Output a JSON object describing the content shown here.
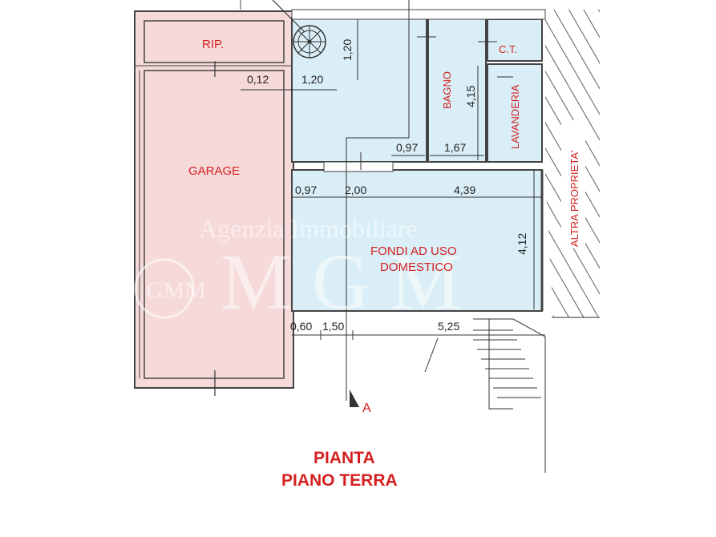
{
  "rooms": {
    "rip": "RIP.",
    "garage": "GARAGE",
    "bagno": "BAGNO",
    "ct": "C.T.",
    "lavanderia": "LAVANDERIA",
    "fondi_line1": "FONDI AD USO",
    "fondi_line2": "DOMESTICO",
    "altra_proprieta": "ALTRA PROPRIETA'"
  },
  "dimensions": {
    "stair_h": "1,20",
    "hall_gap": "0,12",
    "hall_w": "1,20",
    "bagno_h": "4,15",
    "d_097_top": "0,97",
    "bagno_w": "1,67",
    "d_097": "0,97",
    "d_200": "2,00",
    "d_439": "4,39",
    "fondi_h": "4,12",
    "d_060": "0,60",
    "d_150": "1,50",
    "d_525": "5,25"
  },
  "watermark": {
    "line1": "Agenzia Immobiliare",
    "line2": "M G M",
    "logo": "GMM"
  },
  "section_marker": "A",
  "title": {
    "line1": "PIANTA",
    "line2": "PIANO TERRA"
  },
  "colors": {
    "garage_fill": "#f6d9d9",
    "room_fill": "#d9eef6",
    "label_red": "#d42020"
  }
}
